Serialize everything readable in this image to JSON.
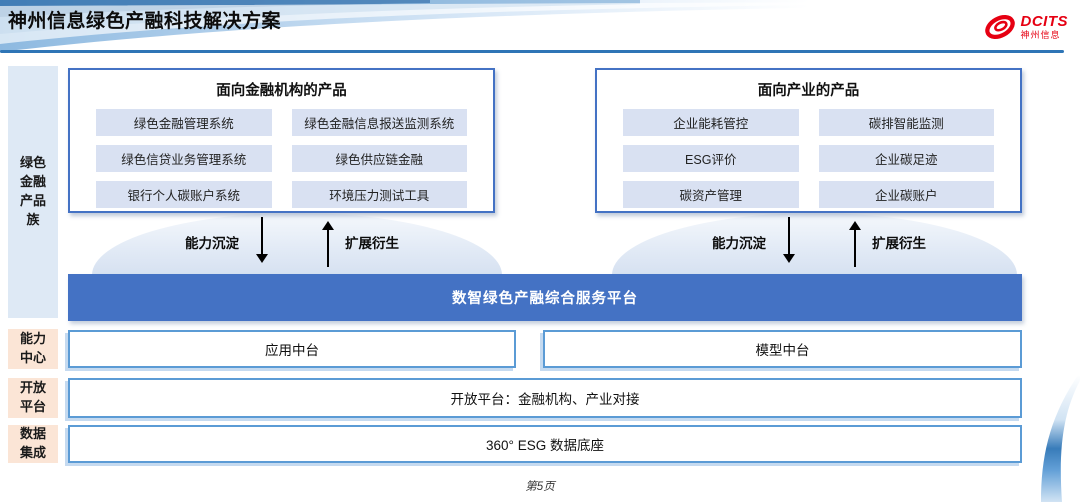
{
  "page": {
    "title": "神州信息绿色产融科技解决方案",
    "footer_page": "第5页"
  },
  "logo": {
    "brand": "DCITS",
    "company": "神州信息"
  },
  "sidebar": {
    "product_family": "绿色金融产品族",
    "capability_center": "能力中心",
    "open_platform": "开放平台",
    "data_integration": "数据集成"
  },
  "panels": {
    "financial": {
      "title": "面向金融机构的产品",
      "items": [
        "绿色金融管理系统",
        "绿色金融信息报送监测系统",
        "绿色信贷业务管理系统",
        "绿色供应链金融",
        "银行个人碳账户系统",
        "环境压力测试工具"
      ]
    },
    "industry": {
      "title": "面向产业的产品",
      "items": [
        "企业能耗管控",
        "碳排智能监测",
        "ESG评价",
        "企业碳足迹",
        "碳资产管理",
        "企业碳账户"
      ]
    }
  },
  "flows": {
    "down_label": "能力沉淀",
    "up_label": "扩展衍生"
  },
  "platform": {
    "title": "数智绿色产融综合服务平台"
  },
  "middle_layer": {
    "app_center": "应用中台",
    "model_center": "模型中台"
  },
  "open_platform_bar": "开放平台：金融机构、产业对接",
  "data_bar": "360° ESG 数据底座",
  "colors": {
    "platform_blue": "#4472C4",
    "border_blue": "#5B9BD5",
    "item_fill": "#D9E1F2",
    "sidebar_blue_fill": "#DEE9F5",
    "sidebar_peach_fill": "#FBE5D6",
    "header_line_blue": "#2E75B6",
    "logo_red": "#E60012"
  }
}
